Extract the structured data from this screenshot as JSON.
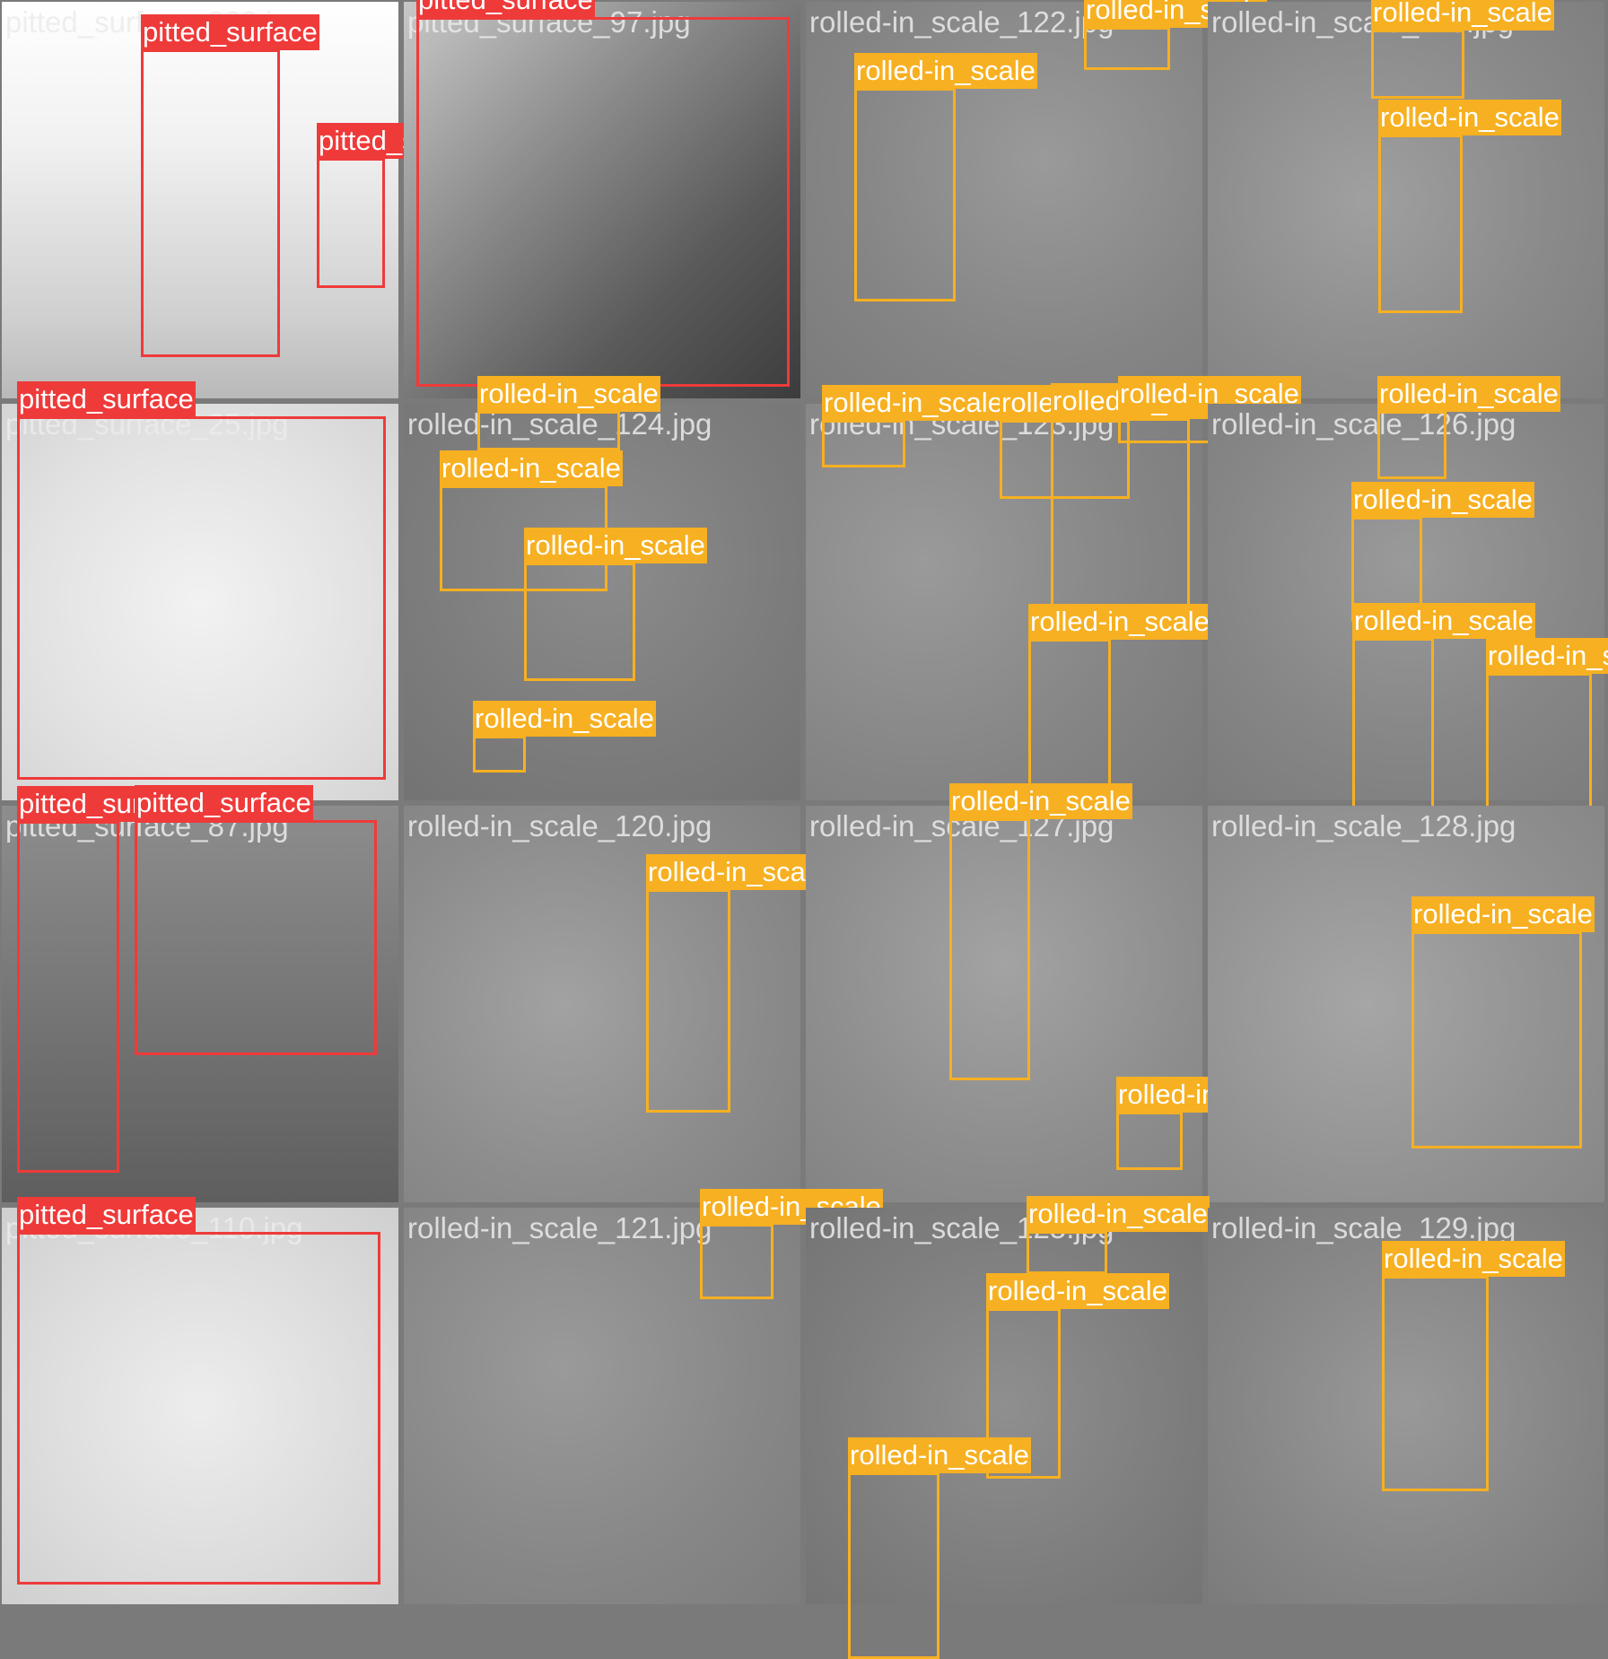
{
  "colors": {
    "pitted_surface": "#ef3a3a",
    "rolled-in_scale": "#f7b021",
    "grid_bg": "#7a7a7a"
  },
  "tiles": [
    {
      "file": "pitted_surface_233.jpg",
      "bg": "linear-gradient(180deg,#ffffff 0%,#f1f1f1 35%,#cfcfcf 80%,#b9b9b9 100%)",
      "boxes": [
        {
          "cls": "pitted_surface"
        },
        {
          "cls": "pitted_surface"
        }
      ]
    },
    {
      "file": "pitted_surface_97.jpg",
      "bg": "linear-gradient(135deg,#c8c8c8 0%,#8f8f8f 35%,#5a5a5a 70%,#3c3c3c 100%)",
      "boxes": [
        {
          "cls": "pitted_surface"
        }
      ]
    },
    {
      "file": "rolled-in_scale_122.jpg",
      "bg": "radial-gradient(circle at 60% 40%,#9a9a9a,#858585 60%,#7b7b7b)",
      "boxes": [
        {
          "cls": "rolled-in_scale"
        },
        {
          "cls": "rolled-in_scale"
        }
      ]
    },
    {
      "file": "rolled-in_scale_118.jpg",
      "bg": "radial-gradient(circle at 40% 50%,#a0a0a0,#8a8a8a 60%,#7f7f7f)",
      "boxes": [
        {
          "cls": "rolled-in_scale"
        },
        {
          "cls": "rolled-in_scale"
        }
      ]
    },
    {
      "file": "pitted_surface_25.jpg",
      "bg": "radial-gradient(circle at 50% 50%,#f2f2f2,#e2e2e2 60%,#d4d4d4)",
      "boxes": [
        {
          "cls": "pitted_surface"
        }
      ]
    },
    {
      "file": "rolled-in_scale_124.jpg",
      "bg": "radial-gradient(circle at 50% 40%,#8c8c8c,#7c7c7c 60%,#737373)",
      "boxes": [
        {
          "cls": "rolled-in_scale"
        },
        {
          "cls": "rolled-in_scale"
        },
        {
          "cls": "rolled-in_scale"
        },
        {
          "cls": "rolled-in_scale"
        }
      ]
    },
    {
      "file": "rolled-in_scale_123.jpg",
      "bg": "radial-gradient(circle at 30% 40%,#9a9a9a,#858585 60%,#7a7a7a)",
      "boxes": [
        {
          "cls": "rolled-in_scale"
        },
        {
          "cls": "rolled-in_scale"
        },
        {
          "cls": "rolled-in_scale"
        },
        {
          "cls": "rolled-in_scale"
        },
        {
          "cls": "rolled-in_scale"
        }
      ]
    },
    {
      "file": "rolled-in_scale_126.jpg",
      "bg": "radial-gradient(circle at 50% 40%,#9a9a9a,#868686 60%,#7c7c7c)",
      "boxes": [
        {
          "cls": "rolled-in_scale"
        },
        {
          "cls": "rolled-in_scale"
        },
        {
          "cls": "rolled-in_scale"
        },
        {
          "cls": "rolled-in_scale"
        }
      ]
    },
    {
      "file": "pitted_surface_87.jpg",
      "bg": "linear-gradient(180deg,#8d8d8d 0%,#767676 50%,#5e5e5e 100%)",
      "boxes": [
        {
          "cls": "pitted_surface"
        },
        {
          "cls": "pitted_surface"
        }
      ]
    },
    {
      "file": "rolled-in_scale_120.jpg",
      "bg": "radial-gradient(circle at 40% 50%,#a2a2a2,#8c8c8c 60%,#818181)",
      "boxes": [
        {
          "cls": "rolled-in_scale"
        }
      ]
    },
    {
      "file": "rolled-in_scale_127.jpg",
      "bg": "radial-gradient(circle at 50% 40%,#a3a3a3,#8e8e8e 60%,#838383)",
      "boxes": [
        {
          "cls": "rolled-in_scale"
        },
        {
          "cls": "rolled-in_scale"
        }
      ]
    },
    {
      "file": "rolled-in_scale_128.jpg",
      "bg": "radial-gradient(circle at 40% 50%,#a6a6a6,#929292 60%,#878787)",
      "boxes": [
        {
          "cls": "rolled-in_scale"
        }
      ]
    },
    {
      "file": "pitted_surface_110.jpg",
      "bg": "radial-gradient(circle at 50% 50%,#ededed,#dcdcdc 60%,#cfcfcf)",
      "boxes": [
        {
          "cls": "pitted_surface"
        }
      ]
    },
    {
      "file": "rolled-in_scale_121.jpg",
      "bg": "radial-gradient(circle at 40% 40%,#9a9a9a,#878787 60%,#7d7d7d)",
      "boxes": [
        {
          "cls": "rolled-in_scale"
        }
      ]
    },
    {
      "file": "rolled-in_scale_125.jpg",
      "bg": "radial-gradient(circle at 50% 50%,#8f8f8f,#7e7e7e 60%,#747474)",
      "boxes": [
        {
          "cls": "rolled-in_scale"
        },
        {
          "cls": "rolled-in_scale"
        },
        {
          "cls": "rolled-in_scale"
        }
      ]
    },
    {
      "file": "rolled-in_scale_129.jpg",
      "bg": "radial-gradient(circle at 50% 50%,#999999,#868686 60%,#7b7b7b)",
      "boxes": [
        {
          "cls": "rolled-in_scale"
        }
      ]
    }
  ]
}
